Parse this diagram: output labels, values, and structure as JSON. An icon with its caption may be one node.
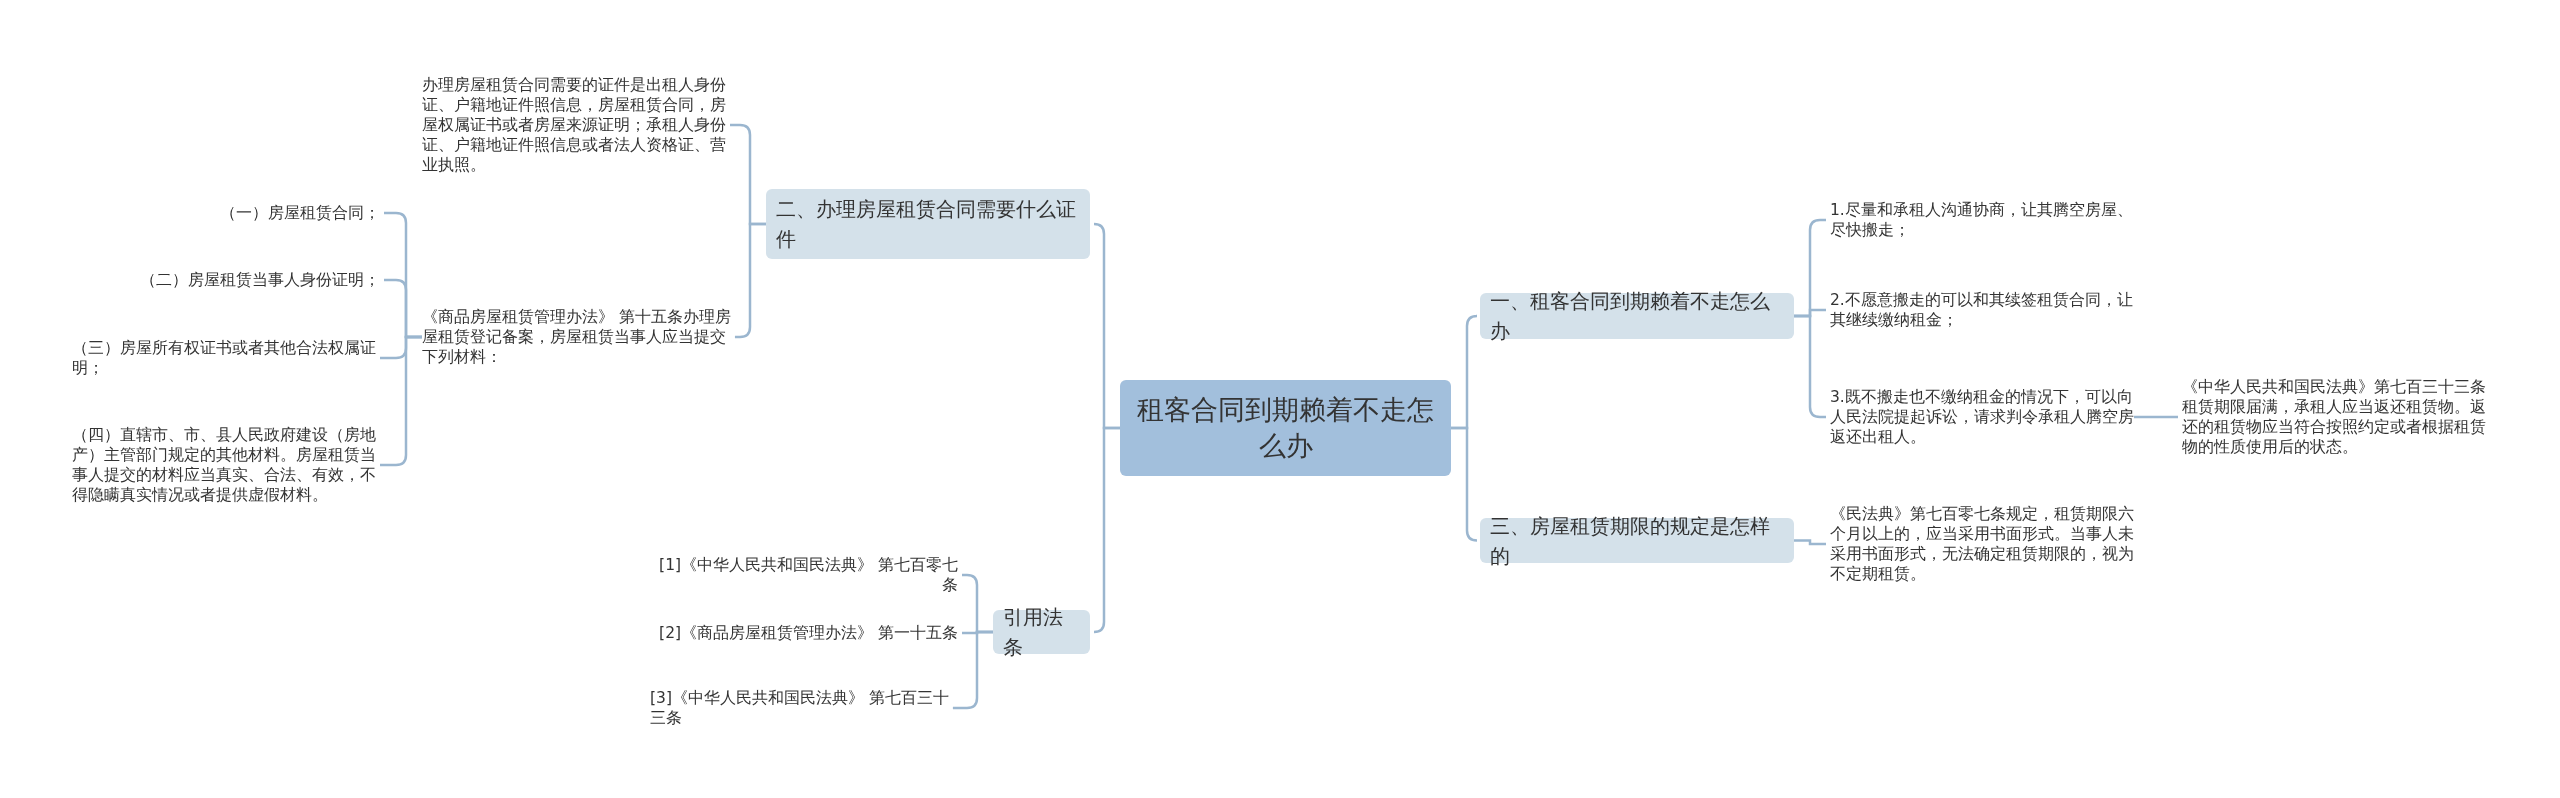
{
  "diagram": {
    "nodes": [
      {
        "text": [
          "租客合同到期赖着不走怎么办"
        ]
      },
      {
        "text": [
          "一、租客合同到期赖着不走怎么办"
        ]
      },
      {
        "text": [
          "1.尽量和承租人沟通协商，让其腾空房屋、尽快搬走；"
        ]
      },
      {
        "text": [
          "2.不愿意搬走的可以和其续签租赁合同，让其继续缴纳租金；"
        ]
      },
      {
        "text": [
          "3.既不搬走也不缴纳租金的情况下，可以向人民法院提起诉讼，请求判令承租人腾空房返还出租人。"
        ]
      },
      {
        "text": [
          "《中华人民共和国民法典》第七百三十三条租赁期限届满，承租人应当返还租赁物。返还的租赁物应当符合按照约定或者根据租赁物的性质使用后的状态。"
        ]
      },
      {
        "text": [
          "三、房屋租赁期限的规定是怎样的"
        ]
      },
      {
        "text": [
          "《民法典》第七百零七条规定，租赁期限六个月以上的，应当采用书面形式。当事人未采用书面形式，无法确定租赁期限的，视为不定期租赁。"
        ]
      },
      {
        "text": [
          "二、办理房屋租赁合同需要什么证件"
        ]
      },
      {
        "text": [
          "办理房屋租赁合同需要的证件是出租人身份证、户籍地证件照信息，房屋租赁合同，房屋权属证书或者房屋来源证明；承租人身份证、户籍地证件照信息或者法人资格证、营业执照。"
        ]
      },
      {
        "text": [
          "《商品房屋租赁管理办法》 第十五条办理房屋租赁登记备案，房屋租赁当事人应当提交下列材料："
        ]
      },
      {
        "text": [
          "（一）房屋租赁合同；"
        ]
      },
      {
        "text": [
          "（二）房屋租赁当事人身份证明；"
        ]
      },
      {
        "text": [
          "（三）房屋所有权证书或者其他合法权属证明；"
        ]
      },
      {
        "text": [
          "（四）直辖市、市、县人民政府建设（房地产）主管部门规定的其他材料。房屋租赁当事人提交的材料应当真实、合法、有效，不得隐瞒真实情况或者提供虚假材料。"
        ]
      },
      {
        "text": [
          "引用法条"
        ]
      },
      {
        "text": [
          "[1]《中华人民共和国民法典》 第七百零七条"
        ]
      },
      {
        "text": [
          "[2]《商品房屋租赁管理办法》 第一十五条"
        ]
      },
      {
        "text": [
          "[3]《中华人民共和国民法典》 第七百三十三条"
        ]
      }
    ],
    "edges": [
      {
        "from": 0,
        "to": 1,
        "arrow": "none"
      },
      {
        "from": 1,
        "to": 2,
        "arrow": "none"
      },
      {
        "from": 1,
        "to": 3,
        "arrow": "none"
      },
      {
        "from": 1,
        "to": 4,
        "arrow": "none"
      },
      {
        "from": 4,
        "to": 5,
        "arrow": "none"
      },
      {
        "from": 0,
        "to": 6,
        "arrow": "none"
      },
      {
        "from": 6,
        "to": 7,
        "arrow": "none"
      },
      {
        "from": 0,
        "to": 8,
        "arrow": "none"
      },
      {
        "from": 8,
        "to": 9,
        "arrow": "none"
      },
      {
        "from": 8,
        "to": 10,
        "arrow": "none"
      },
      {
        "from": 10,
        "to": 11,
        "arrow": "none"
      },
      {
        "from": 10,
        "to": 12,
        "arrow": "none"
      },
      {
        "from": 10,
        "to": 13,
        "arrow": "none"
      },
      {
        "from": 10,
        "to": 14,
        "arrow": "none"
      },
      {
        "from": 0,
        "to": 15,
        "arrow": "none"
      },
      {
        "from": 15,
        "to": 16,
        "arrow": "none"
      },
      {
        "from": 15,
        "to": 17,
        "arrow": "none"
      },
      {
        "from": 15,
        "to": 18,
        "arrow": "none"
      }
    ]
  }
}
